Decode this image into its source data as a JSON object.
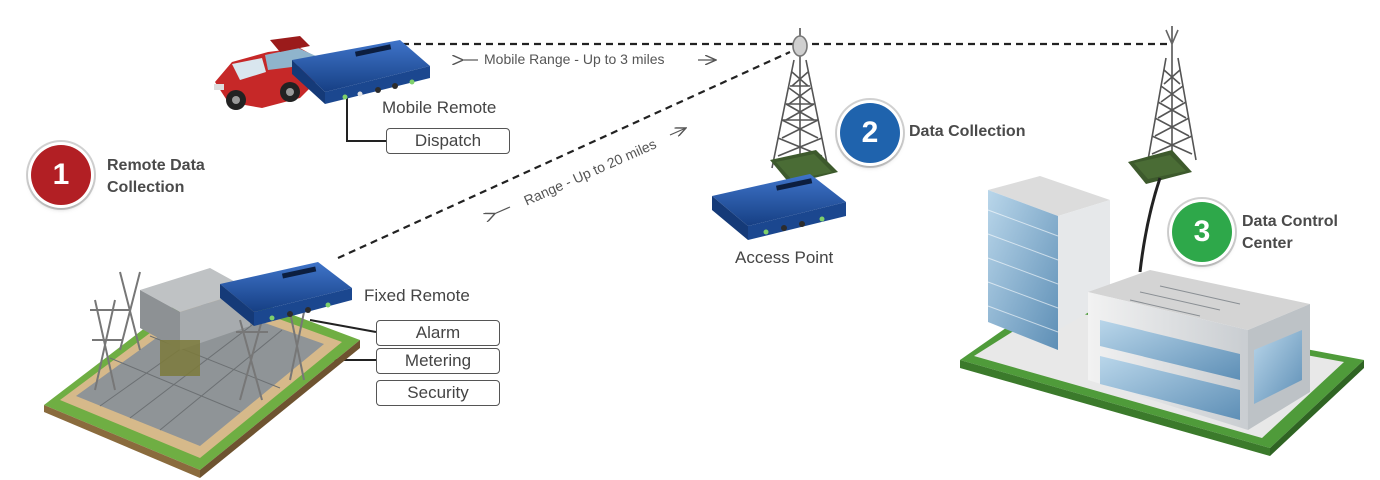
{
  "steps": [
    {
      "number": "1",
      "label_line1": "Remote Data",
      "label_line2": "Collection",
      "color": "#b21f24"
    },
    {
      "number": "2",
      "label": "Data Collection",
      "color": "#1f63ad"
    },
    {
      "number": "3",
      "label_line1": "Data Control",
      "label_line2": "Center",
      "color": "#2ea84a"
    }
  ],
  "devices": {
    "mobile_remote": "Mobile Remote",
    "fixed_remote": "Fixed Remote",
    "access_point": "Access Point"
  },
  "applications": {
    "mobile": [
      "Dispatch"
    ],
    "fixed": [
      "Alarm",
      "Metering",
      "Security"
    ]
  },
  "ranges": {
    "mobile": "Mobile Range - Up to 3 miles",
    "fixed": "Range - Up to 20 miles"
  },
  "colors": {
    "radio_blue": "#1d4f9c",
    "radio_board": "#3d5a2c",
    "grass": "#5fa13a",
    "truck_red": "#c62828",
    "tower_gray": "#555555"
  }
}
